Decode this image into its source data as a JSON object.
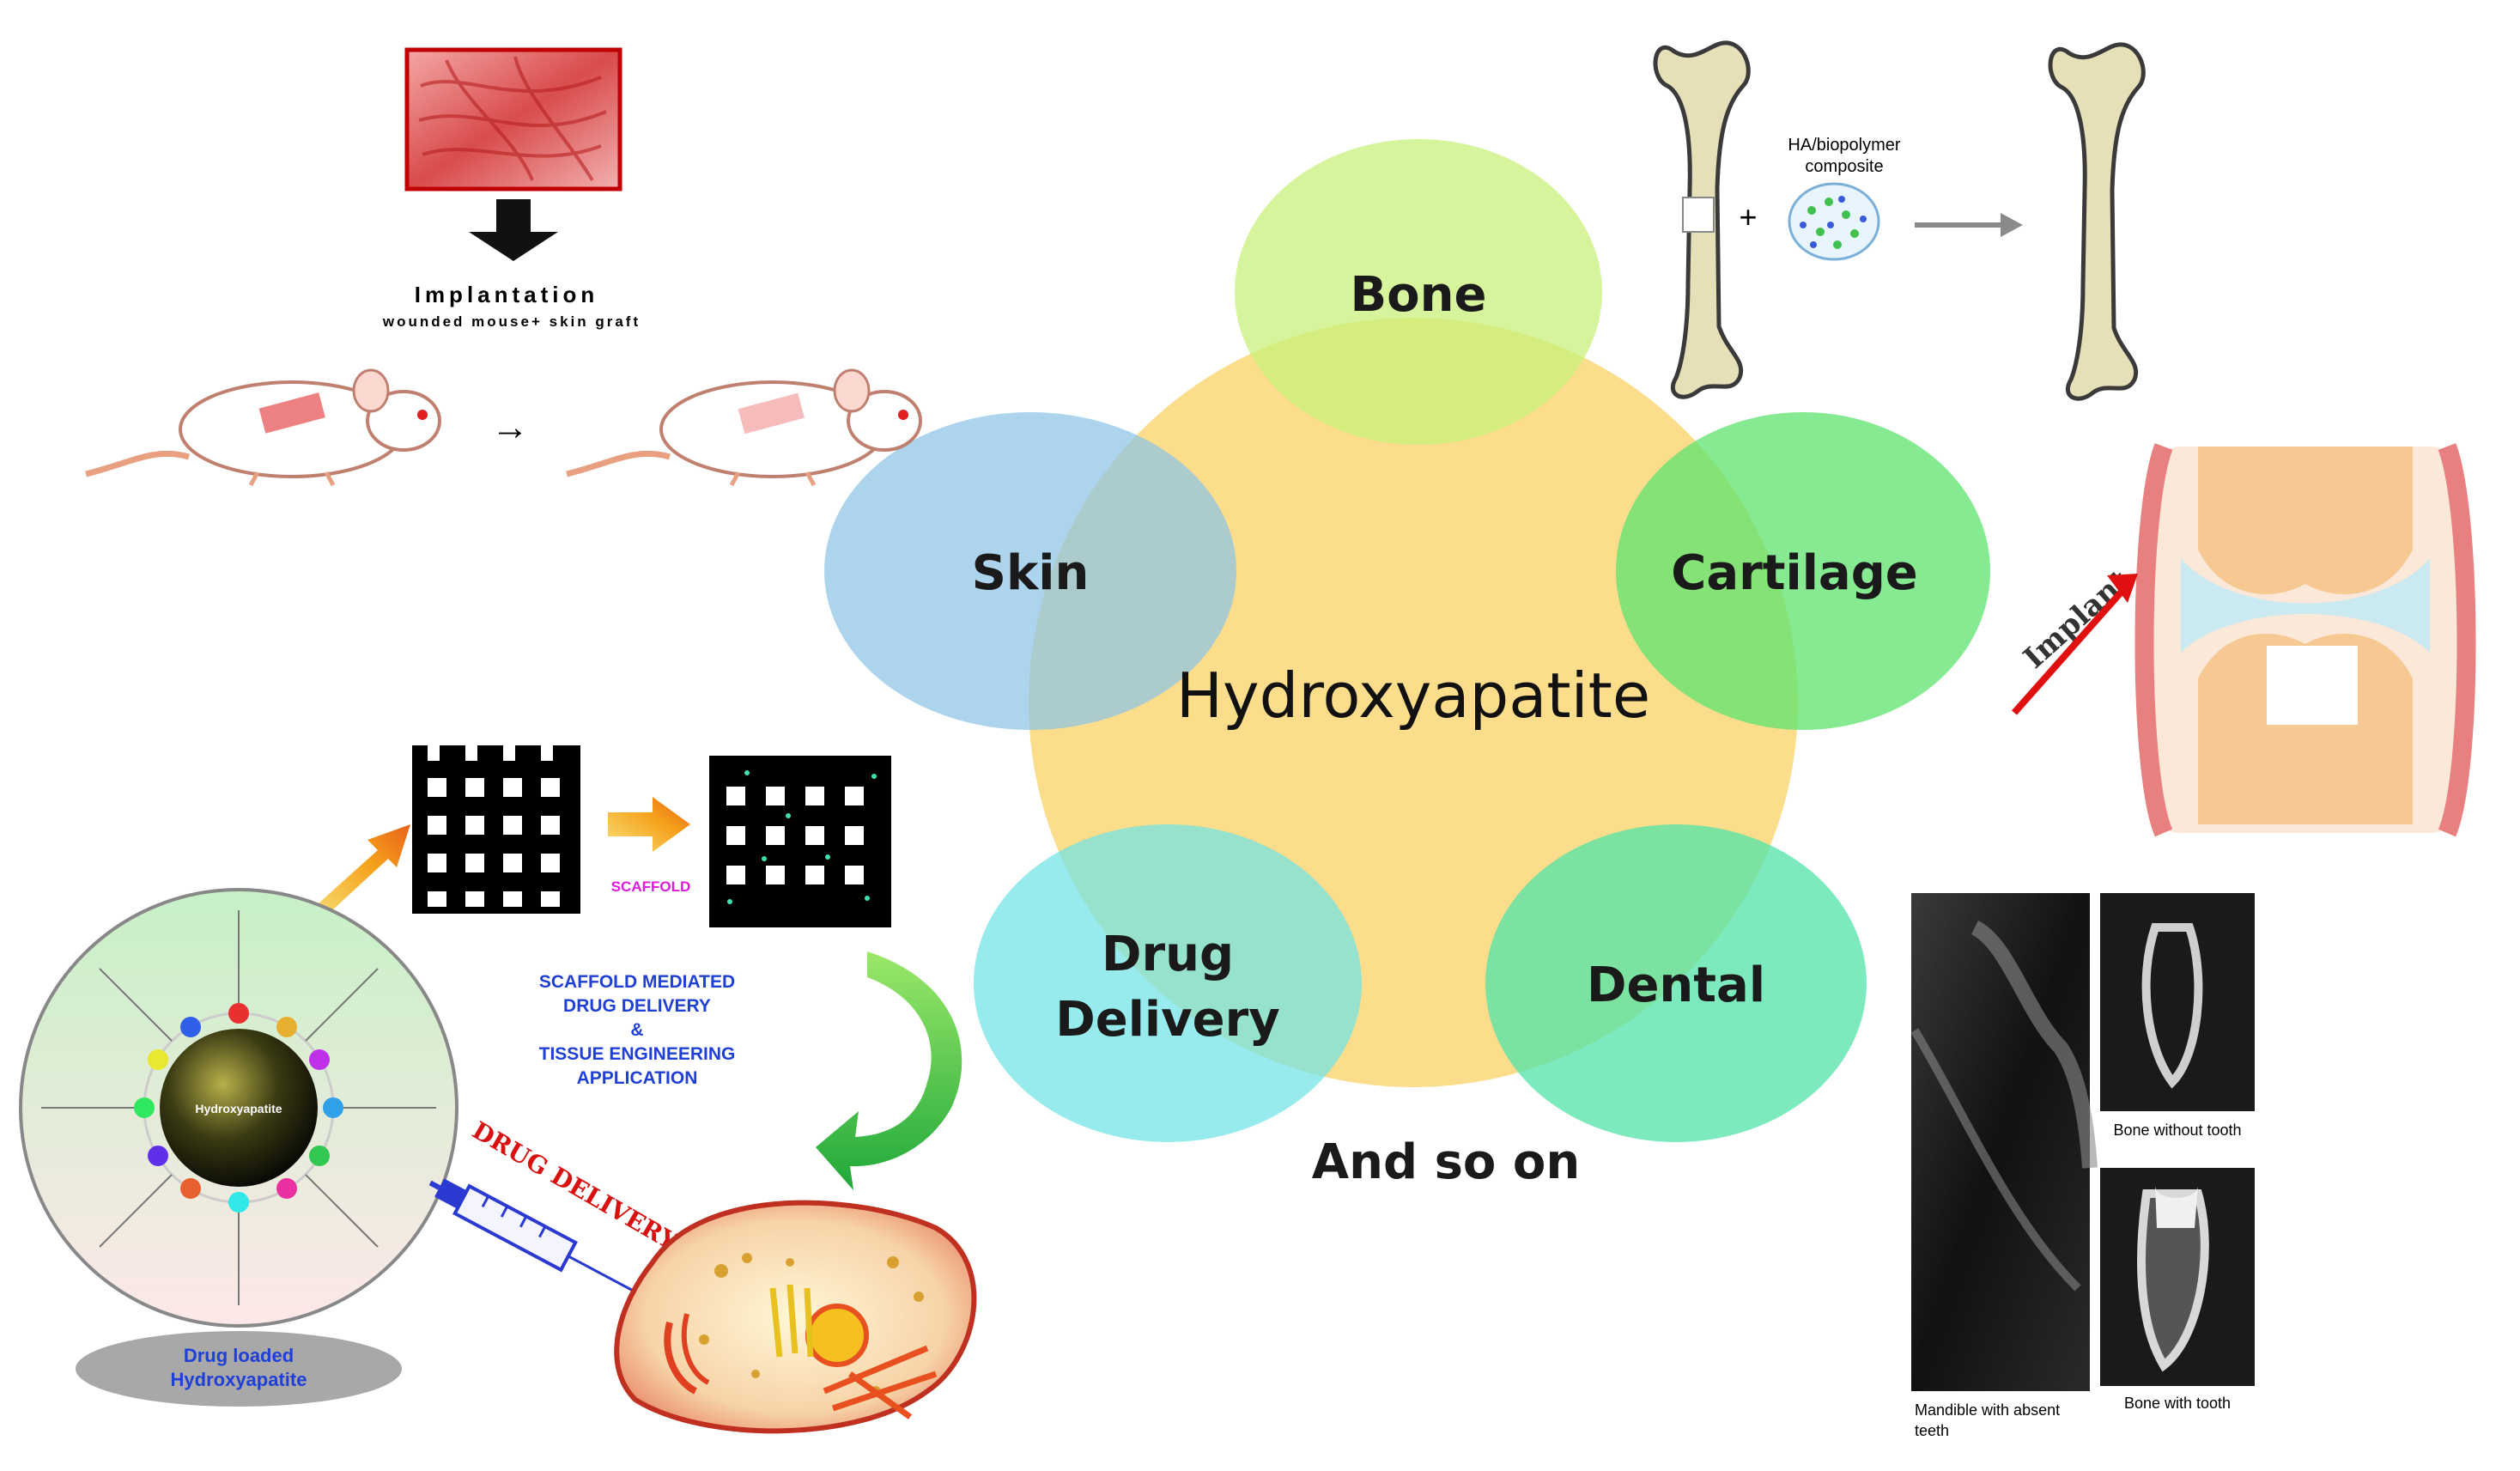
{
  "diagram": {
    "center": {
      "label": "Hydroxyapatite",
      "color": "#fcd97e"
    },
    "petals": [
      {
        "id": "bone",
        "label": "Bone",
        "color": "#c8f07a"
      },
      {
        "id": "skin",
        "label": "Skin",
        "color": "#8ec3e6"
      },
      {
        "id": "cartilage",
        "label": "Cartilage",
        "color": "#5ee36f"
      },
      {
        "id": "drug",
        "label_line1": "Drug",
        "label_line2": "Delivery",
        "color": "#6fe3e6"
      },
      {
        "id": "dental",
        "label": "Dental",
        "color": "#52e3a8"
      }
    ],
    "footer": "And so on"
  },
  "skin_panel": {
    "implantation": "Implantation",
    "subtitle": "wounded mouse+ skin graft",
    "arrow": "→"
  },
  "bone_panel": {
    "label_line1": "HA/biopolymer",
    "label_line2": "composite",
    "plus": "+"
  },
  "cartilage_panel": {
    "implant": "Implant"
  },
  "drug_panel": {
    "scaffold": "SCAFFOLD",
    "mediated_line1": "SCAFFOLD MEDIATED",
    "mediated_line2": "DRUG DELIVERY",
    "mediated_line3": "&",
    "mediated_line4": "TISSUE ENGINEERING",
    "mediated_line5": "APPLICATION",
    "drug_delivery": "DRUG DELIVERY",
    "core": "Hydroxyapatite",
    "drug_loaded_line1": "Drug loaded",
    "drug_loaded_line2": "Hydroxyapatite"
  },
  "dental_panel": {
    "cap_bone_without_tooth": "Bone without tooth",
    "cap_mandible_line1": "Mandible with absent",
    "cap_mandible_line2": "teeth",
    "cap_bone_with_tooth": "Bone with tooth"
  },
  "colors": {
    "red_arrow": "#e01010",
    "green_arrow": "#2fc23a",
    "orange_arrow": "#f5a11a",
    "text_blue": "#1f3fd6",
    "magenta": "#e01adc",
    "drug_red": "#d81010"
  }
}
